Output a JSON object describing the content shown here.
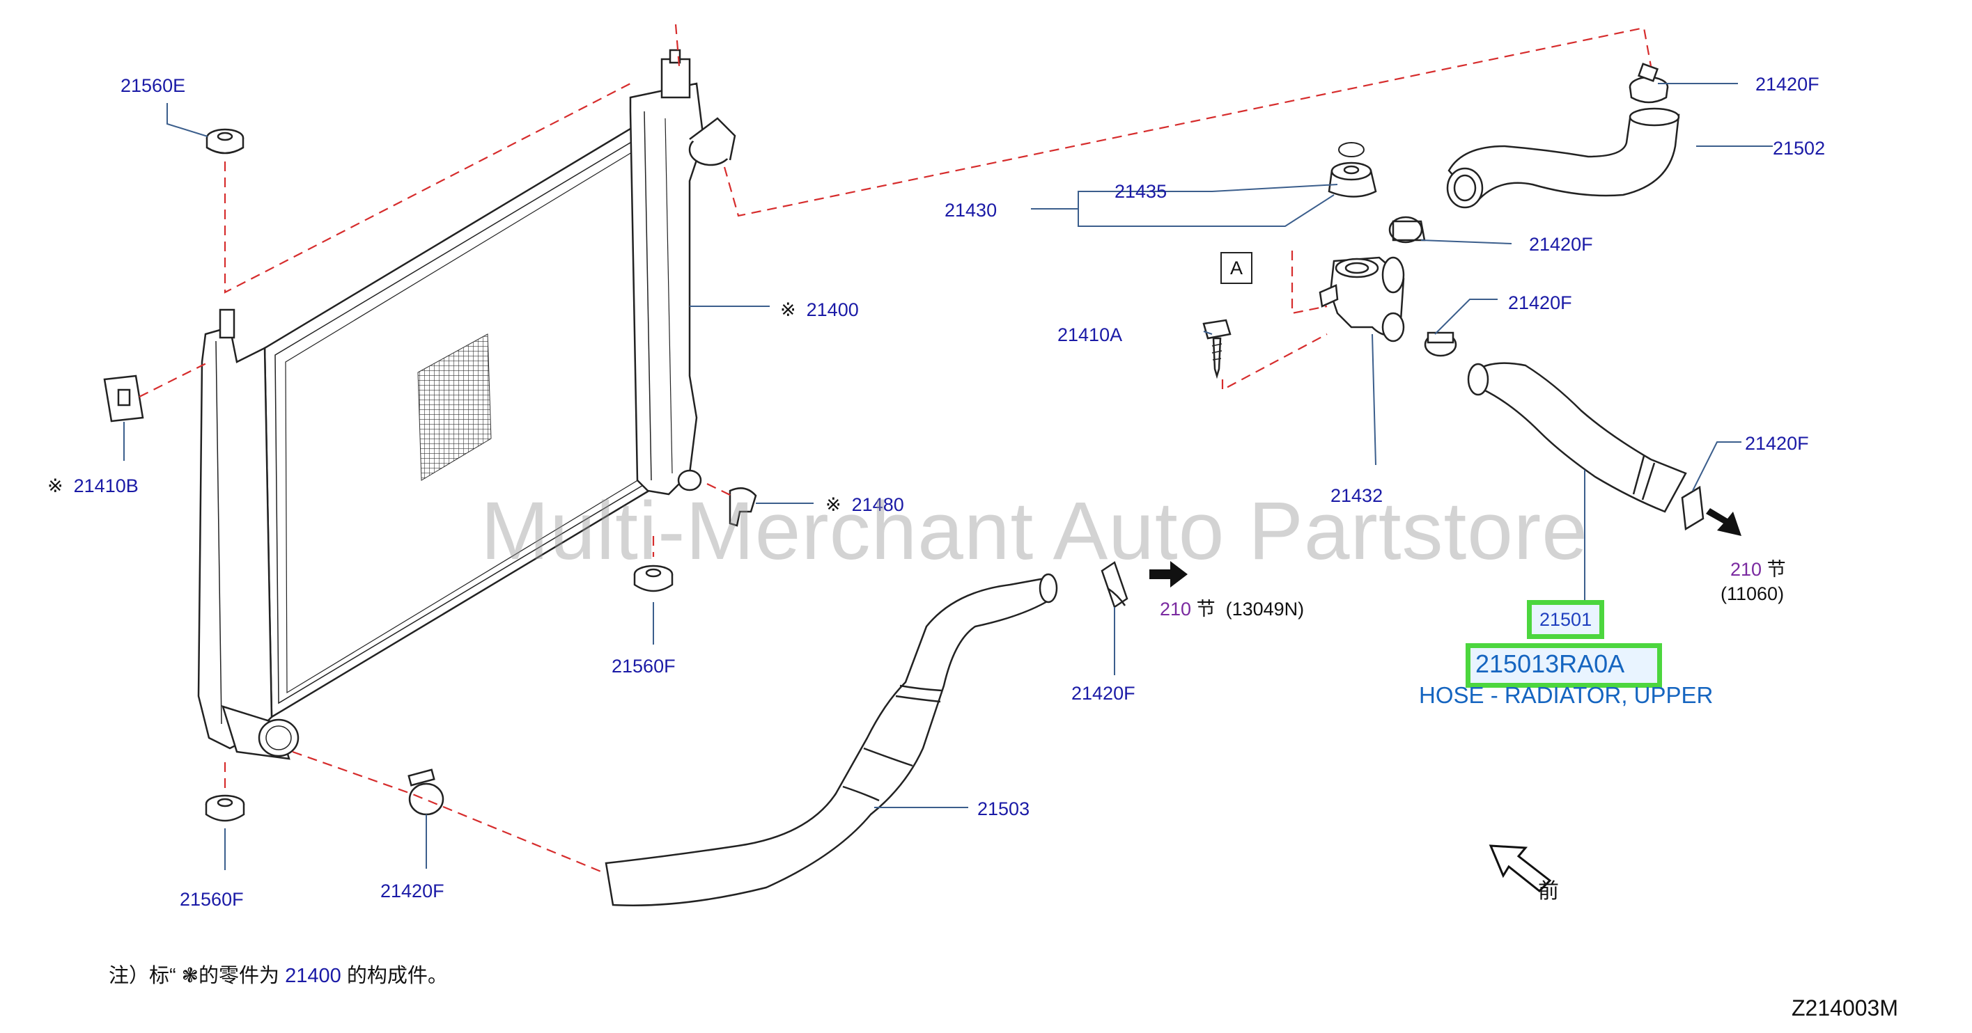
{
  "labels": {
    "p21560E": "21560E",
    "p21410B": "21410B",
    "p21400": "21400",
    "p21480": "21480",
    "p21560F_a": "21560F",
    "p21560F_b": "21560F",
    "p21420F_bl": "21420F",
    "p21503": "21503",
    "p21420F_mid": "21420F",
    "p21430": "21430",
    "p21435": "21435",
    "p21410A": "21410A",
    "p21432": "21432",
    "p21420F_top": "21420F",
    "p21502": "21502",
    "p21420F_2": "21420F",
    "p21420F_3": "21420F",
    "p21420F_4": "21420F",
    "p21501": "21501",
    "box_a": "A"
  },
  "marks": {
    "asterisk": "※"
  },
  "refs": {
    "left_num": "210",
    "left_sec": "节",
    "left_code": "(13049N)",
    "right_num": "210",
    "right_sec": "节",
    "right_code": "(11060)"
  },
  "selected_part": {
    "number": "215013RA0A",
    "name": "HOSE - RADIATOR, UPPER",
    "highlight_color": "#4cd63e"
  },
  "front_mark": "前",
  "footnote": {
    "prefix": "注）标“",
    "symbol": "❃",
    "middle": "的零件为",
    "part": "21400",
    "suffix": "的构成件。"
  },
  "watermark": "Multi-Merchant Auto Partstore",
  "diagram_code": "Z214003M",
  "colors": {
    "part_label": "#1a1aa6",
    "ref_number": "#7a2aa0",
    "dashed_line": "#d62c2c",
    "leader_line": "#3b5e8c"
  }
}
